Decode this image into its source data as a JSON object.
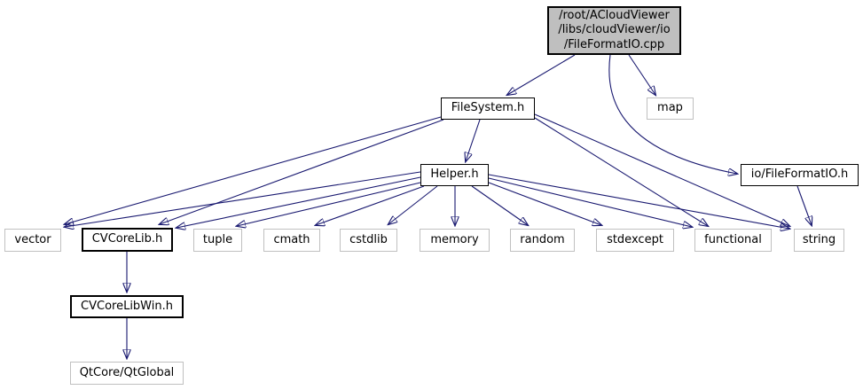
{
  "diagram": {
    "type": "include-dependency-graph",
    "colors": {
      "edge": "#191970",
      "root_fill": "#bfbfbf",
      "documented_border": "#000000",
      "external_border": "#c0c0c0",
      "background": "#ffffff",
      "text": "#000000"
    }
  },
  "nodes": {
    "root": {
      "label": "/root/ACloudViewer\n/libs/cloudViewer/io\n/FileFormatIO.cpp"
    },
    "filesystem": {
      "label": "FileSystem.h"
    },
    "map": {
      "label": "map"
    },
    "helper": {
      "label": "Helper.h"
    },
    "fileformatio": {
      "label": "io/FileFormatIO.h"
    },
    "vector": {
      "label": "vector"
    },
    "cvcorelib": {
      "label": "CVCoreLib.h"
    },
    "tuple": {
      "label": "tuple"
    },
    "cmath": {
      "label": "cmath"
    },
    "cstdlib": {
      "label": "cstdlib"
    },
    "memory": {
      "label": "memory"
    },
    "random": {
      "label": "random"
    },
    "stdexcept": {
      "label": "stdexcept"
    },
    "functional": {
      "label": "functional"
    },
    "string": {
      "label": "string"
    },
    "cvcorelibwin": {
      "label": "CVCoreLibWin.h"
    },
    "qtglobal": {
      "label": "QtCore/QtGlobal"
    }
  },
  "edges": [
    {
      "from": "root",
      "to": "filesystem"
    },
    {
      "from": "root",
      "to": "map"
    },
    {
      "from": "root",
      "to": "fileformatio"
    },
    {
      "from": "filesystem",
      "to": "helper"
    },
    {
      "from": "filesystem",
      "to": "vector"
    },
    {
      "from": "filesystem",
      "to": "cvcorelib"
    },
    {
      "from": "filesystem",
      "to": "functional"
    },
    {
      "from": "filesystem",
      "to": "string"
    },
    {
      "from": "helper",
      "to": "vector"
    },
    {
      "from": "helper",
      "to": "cvcorelib"
    },
    {
      "from": "helper",
      "to": "tuple"
    },
    {
      "from": "helper",
      "to": "cmath"
    },
    {
      "from": "helper",
      "to": "cstdlib"
    },
    {
      "from": "helper",
      "to": "memory"
    },
    {
      "from": "helper",
      "to": "random"
    },
    {
      "from": "helper",
      "to": "stdexcept"
    },
    {
      "from": "helper",
      "to": "functional"
    },
    {
      "from": "helper",
      "to": "string"
    },
    {
      "from": "fileformatio",
      "to": "string"
    },
    {
      "from": "cvcorelib",
      "to": "cvcorelibwin"
    },
    {
      "from": "cvcorelibwin",
      "to": "qtglobal"
    }
  ]
}
